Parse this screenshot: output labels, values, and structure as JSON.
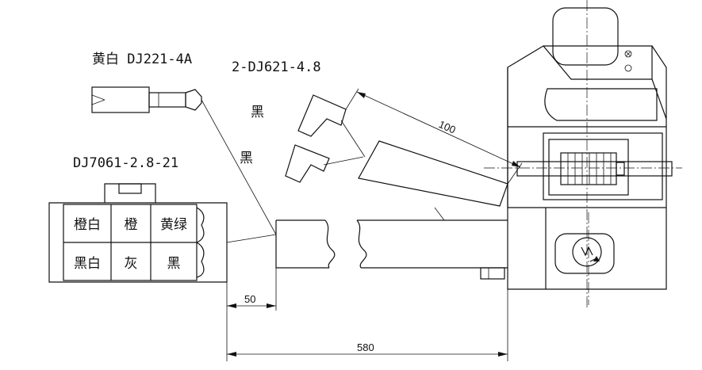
{
  "labels": {
    "terminal": "黄白  DJ221-4A",
    "top_connector": "2-DJ621-4.8",
    "upper_wire": "黑",
    "lower_wire": "黑",
    "housing": "DJ7061-2.8-21"
  },
  "connector_cells": [
    [
      "橙白",
      "橙",
      "黄绿"
    ],
    [
      "黑白",
      "灰",
      "黑"
    ]
  ],
  "dimensions": {
    "overall": "580",
    "stub": "50",
    "angled": "100"
  }
}
